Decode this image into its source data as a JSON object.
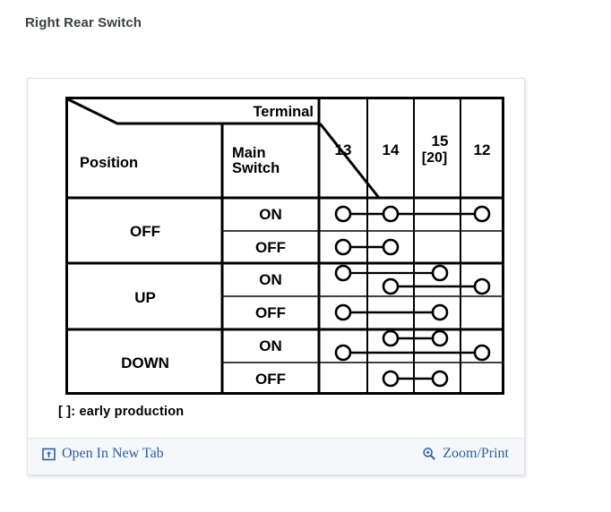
{
  "page": {
    "title": "Right Rear Switch"
  },
  "figure": {
    "table": {
      "corner_headers": {
        "terminal": "Terminal",
        "position": "Position",
        "main_switch": "Main\nSwitch",
        "main_switch_line1": "Main",
        "main_switch_line2": "Switch"
      },
      "terminal_columns": [
        {
          "id": "t13",
          "label": "13",
          "sub": ""
        },
        {
          "id": "t14",
          "label": "14",
          "sub": ""
        },
        {
          "id": "t15",
          "label": "15",
          "sub": "[20]"
        },
        {
          "id": "t12",
          "label": "12",
          "sub": ""
        }
      ],
      "rows": [
        {
          "position": "OFF",
          "sub_rows": [
            {
              "main_switch": "ON",
              "terminals": [
                "13",
                "14",
                "12"
              ],
              "connections": [
                {
                  "from": "13",
                  "to": "12",
                  "lane": 0
                }
              ]
            },
            {
              "main_switch": "OFF",
              "terminals": [
                "13",
                "14"
              ],
              "connections": [
                {
                  "from": "13",
                  "to": "14",
                  "lane": 0
                }
              ]
            }
          ]
        },
        {
          "position": "UP",
          "sub_rows": [
            {
              "main_switch": "ON",
              "terminals": [
                "13",
                "15",
                "14",
                "12"
              ],
              "connections": [
                {
                  "from": "13",
                  "to": "15",
                  "lane": -1
                },
                {
                  "from": "14",
                  "to": "12",
                  "lane": 1
                }
              ]
            },
            {
              "main_switch": "OFF",
              "terminals": [
                "13",
                "15"
              ],
              "connections": [
                {
                  "from": "13",
                  "to": "15",
                  "lane": 0
                }
              ]
            }
          ]
        },
        {
          "position": "DOWN",
          "sub_rows": [
            {
              "main_switch": "ON",
              "terminals": [
                "14",
                "15",
                "13",
                "12"
              ],
              "connections": [
                {
                  "from": "14",
                  "to": "15",
                  "lane": -1
                },
                {
                  "from": "13",
                  "to": "12",
                  "lane": 1
                }
              ]
            },
            {
              "main_switch": "OFF",
              "terminals": [
                "14",
                "15"
              ],
              "connections": [
                {
                  "from": "14",
                  "to": "15",
                  "lane": 0
                }
              ]
            }
          ]
        }
      ]
    },
    "footnote": "[  ]: early production"
  },
  "footer": {
    "open_in_new_tab": {
      "label": "Open In New Tab",
      "icon": "open-in-new-tab-icon"
    },
    "zoom_print": {
      "label": "Zoom/Print",
      "icon": "magnifier-plus-icon"
    },
    "link_color": "#2b5fa5"
  }
}
